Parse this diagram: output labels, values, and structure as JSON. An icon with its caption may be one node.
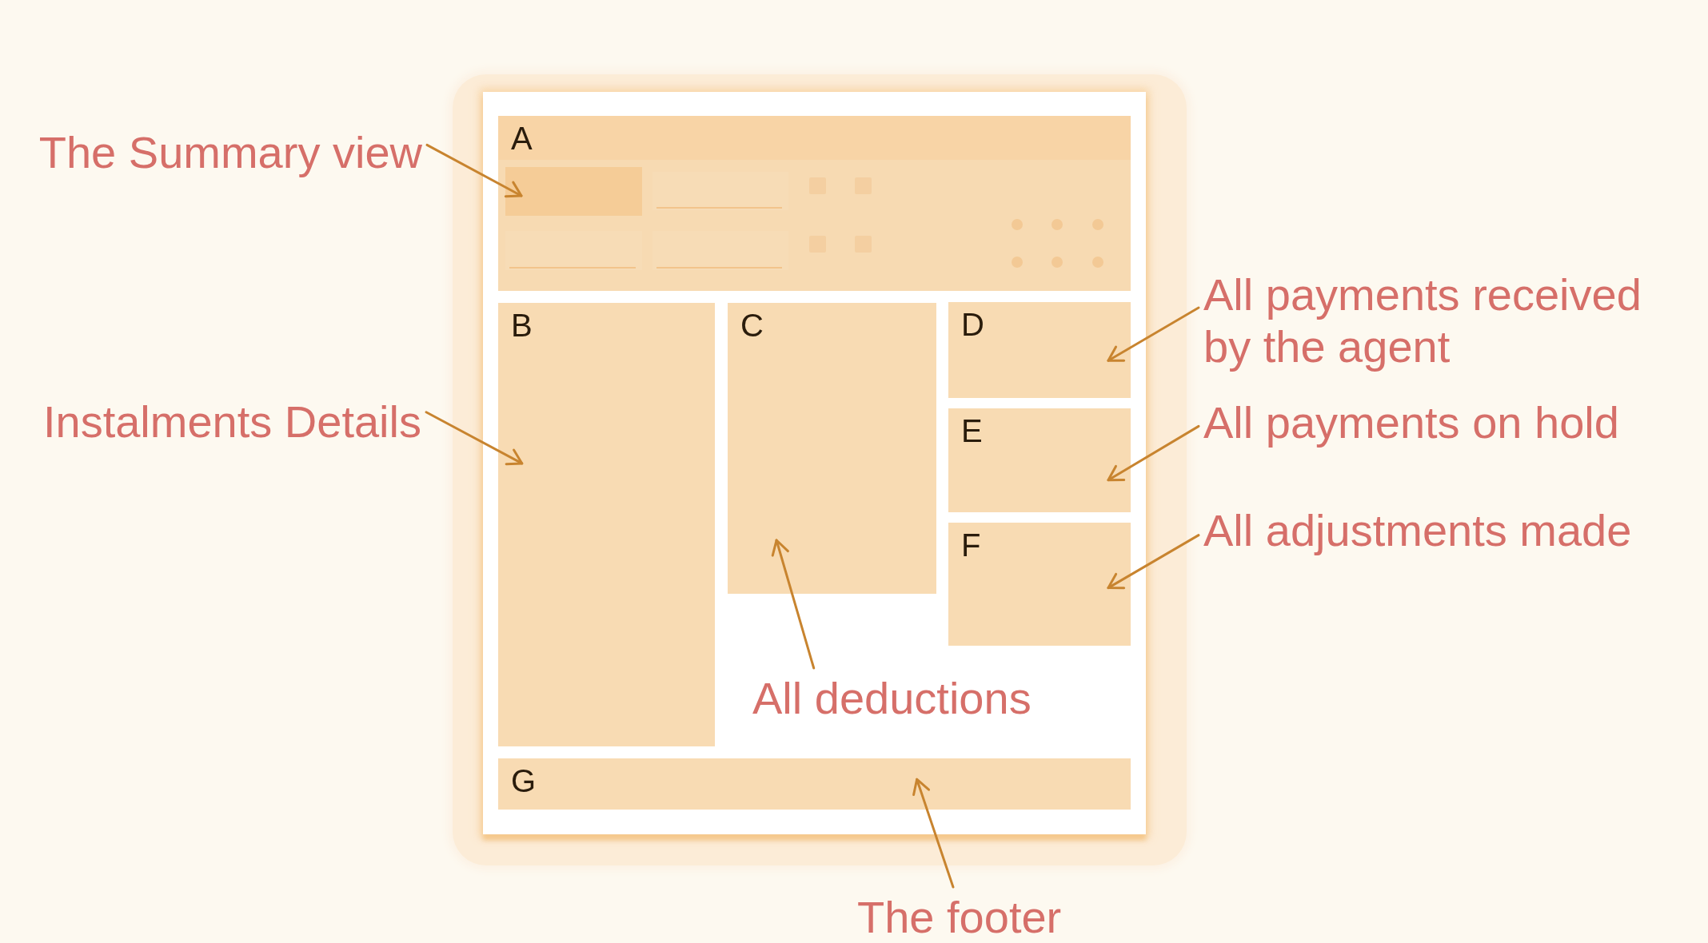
{
  "diagram": {
    "nodes": [
      {
        "text": [
          "The Summary view"
        ]
      },
      {
        "text": [
          "Instalments Details"
        ]
      },
      {
        "text": [],
        "shape": "box"
      },
      {
        "text": [
          "A"
        ],
        "in": 2
      },
      {
        "text": [],
        "shape": "box",
        "in": 3
      },
      {
        "text": [
          "B"
        ],
        "in": 2
      },
      {
        "text": [
          "C"
        ],
        "in": 2
      },
      {
        "text": [
          "D"
        ],
        "in": 2
      },
      {
        "text": [
          "E"
        ],
        "in": 2
      },
      {
        "text": [
          "F"
        ],
        "in": 2
      },
      {
        "text": [
          "All deductions"
        ],
        "in": 2
      },
      {
        "text": [
          "G"
        ],
        "in": 2
      },
      {
        "text": [
          "All payments received by the agent"
        ]
      },
      {
        "text": [
          "All payments on hold"
        ]
      },
      {
        "text": [
          "All adjustments made"
        ]
      },
      {
        "text": [
          "The footer"
        ]
      }
    ],
    "edges": [
      {
        "from": 0,
        "to": 4,
        "arrow": "to"
      },
      {
        "from": 1,
        "to": 5,
        "arrow": "to"
      },
      {
        "from": 12,
        "to": 7,
        "arrow": "to"
      },
      {
        "from": 13,
        "to": 8,
        "arrow": "to"
      },
      {
        "from": 14,
        "to": 9,
        "arrow": "to"
      },
      {
        "from": 10,
        "to": 6,
        "arrow": "to"
      },
      {
        "from": 15,
        "to": 11,
        "arrow": "to"
      }
    ]
  }
}
